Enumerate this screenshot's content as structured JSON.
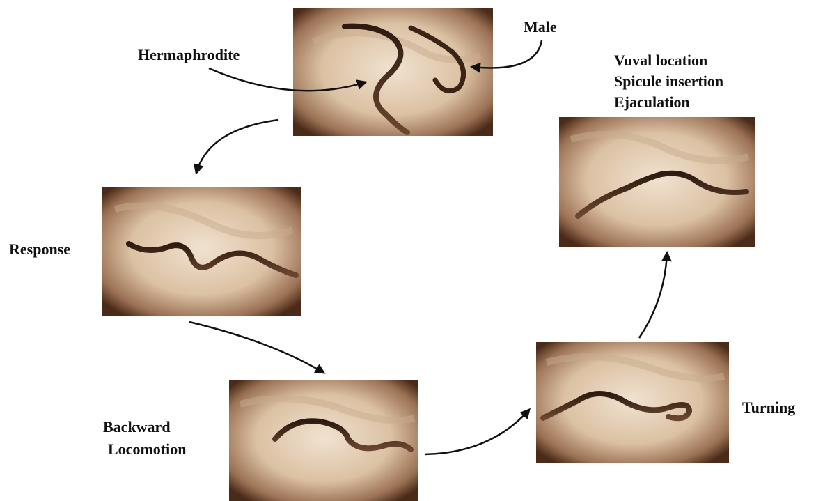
{
  "labels": {
    "hermaphrodite": "Hermaphrodite",
    "male": "Male",
    "response": "Response",
    "backward_line1": "Backward",
    "backward_line2": "Locomotion",
    "turning": "Turning",
    "stage_line1": "Vuval location",
    "stage_line2": "Spicule insertion",
    "stage_line3": "Ejaculation"
  },
  "colors": {
    "photo_light": "#e8d6c1",
    "photo_dark": "#4a2a18",
    "worm": "#3b2416",
    "arrow": "#111111"
  }
}
